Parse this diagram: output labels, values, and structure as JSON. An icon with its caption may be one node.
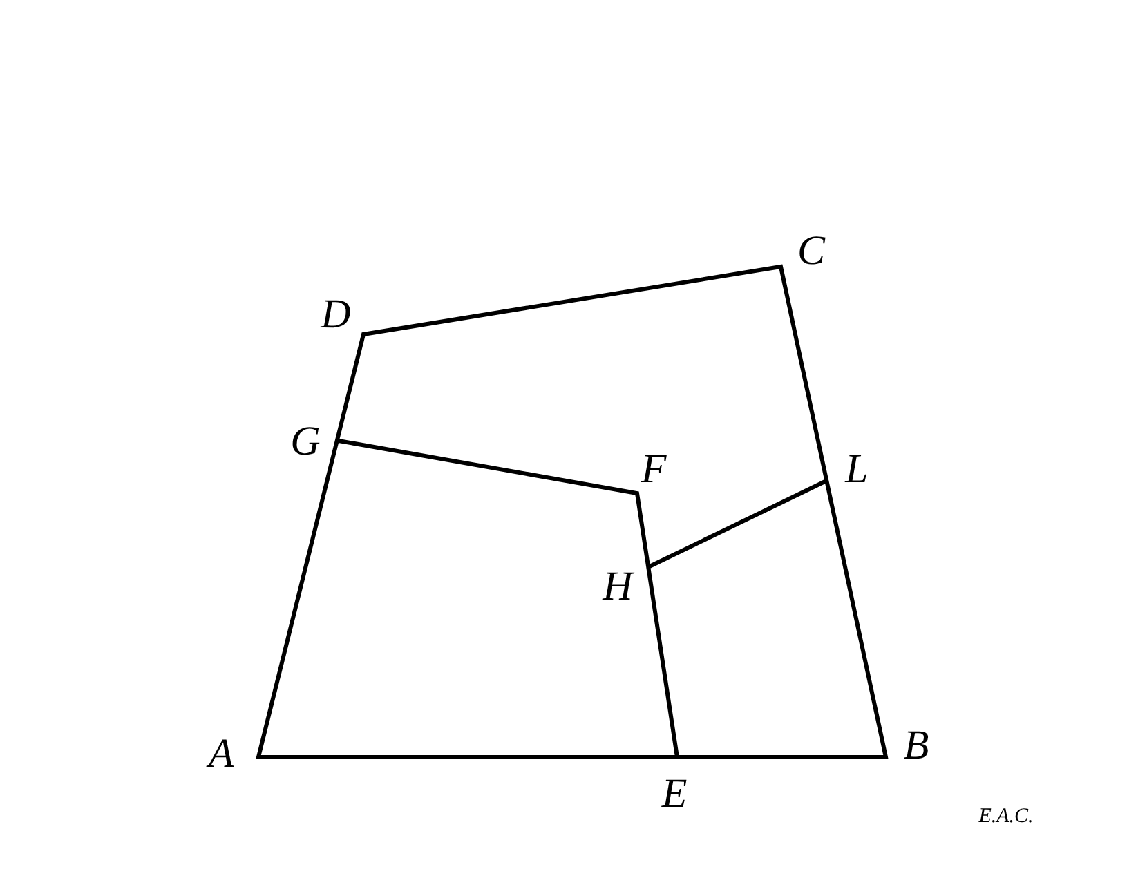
{
  "diagram": {
    "labels": [
      "C",
      "D",
      "G",
      "F",
      "L",
      "H",
      "A",
      "B",
      "E",
      "E.A.C."
    ]
  }
}
